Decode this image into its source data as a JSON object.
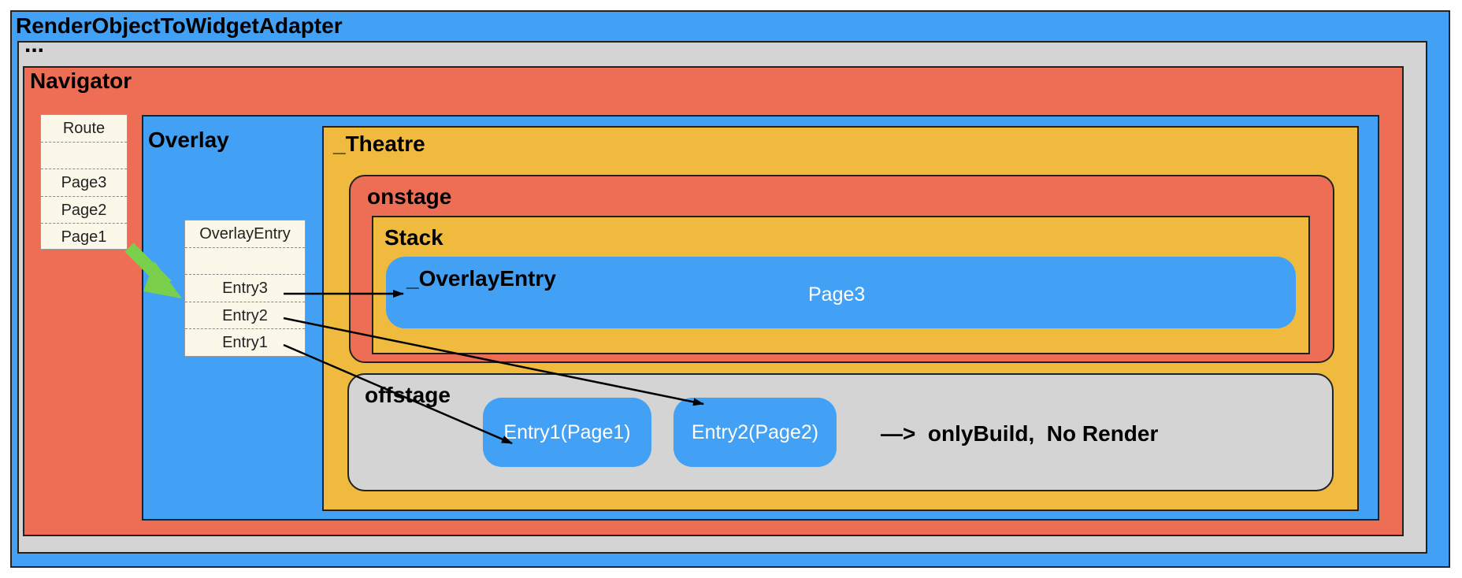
{
  "colors": {
    "blue": "#42a1f5",
    "gray": "#d4d4d4",
    "red": "#ed6e55",
    "yellow": "#f0ba3e",
    "cream": "#fbf8ea",
    "arrow_green": "#7ad04a"
  },
  "containers": {
    "render_adapter": "RenderObjectToWidgetAdapter",
    "ellipsis": "...",
    "navigator": "Navigator",
    "overlay": "Overlay",
    "theatre": "_Theatre",
    "onstage": "onstage",
    "stack": "Stack",
    "overlay_entry_widget": "_OverlayEntry",
    "overlay_entry_page": "Page3",
    "offstage": "offstage"
  },
  "route_list": {
    "header": "Route",
    "items": [
      "",
      "Page3",
      "Page2",
      "Page1"
    ]
  },
  "overlay_entry_list": {
    "header": "OverlayEntry",
    "items": [
      "",
      "Entry3",
      "Entry2",
      "Entry1"
    ]
  },
  "offstage_items": [
    "Entry1(Page1)",
    "Entry2(Page2)"
  ],
  "offstage_note": "—>  onlyBuild,  No Render"
}
